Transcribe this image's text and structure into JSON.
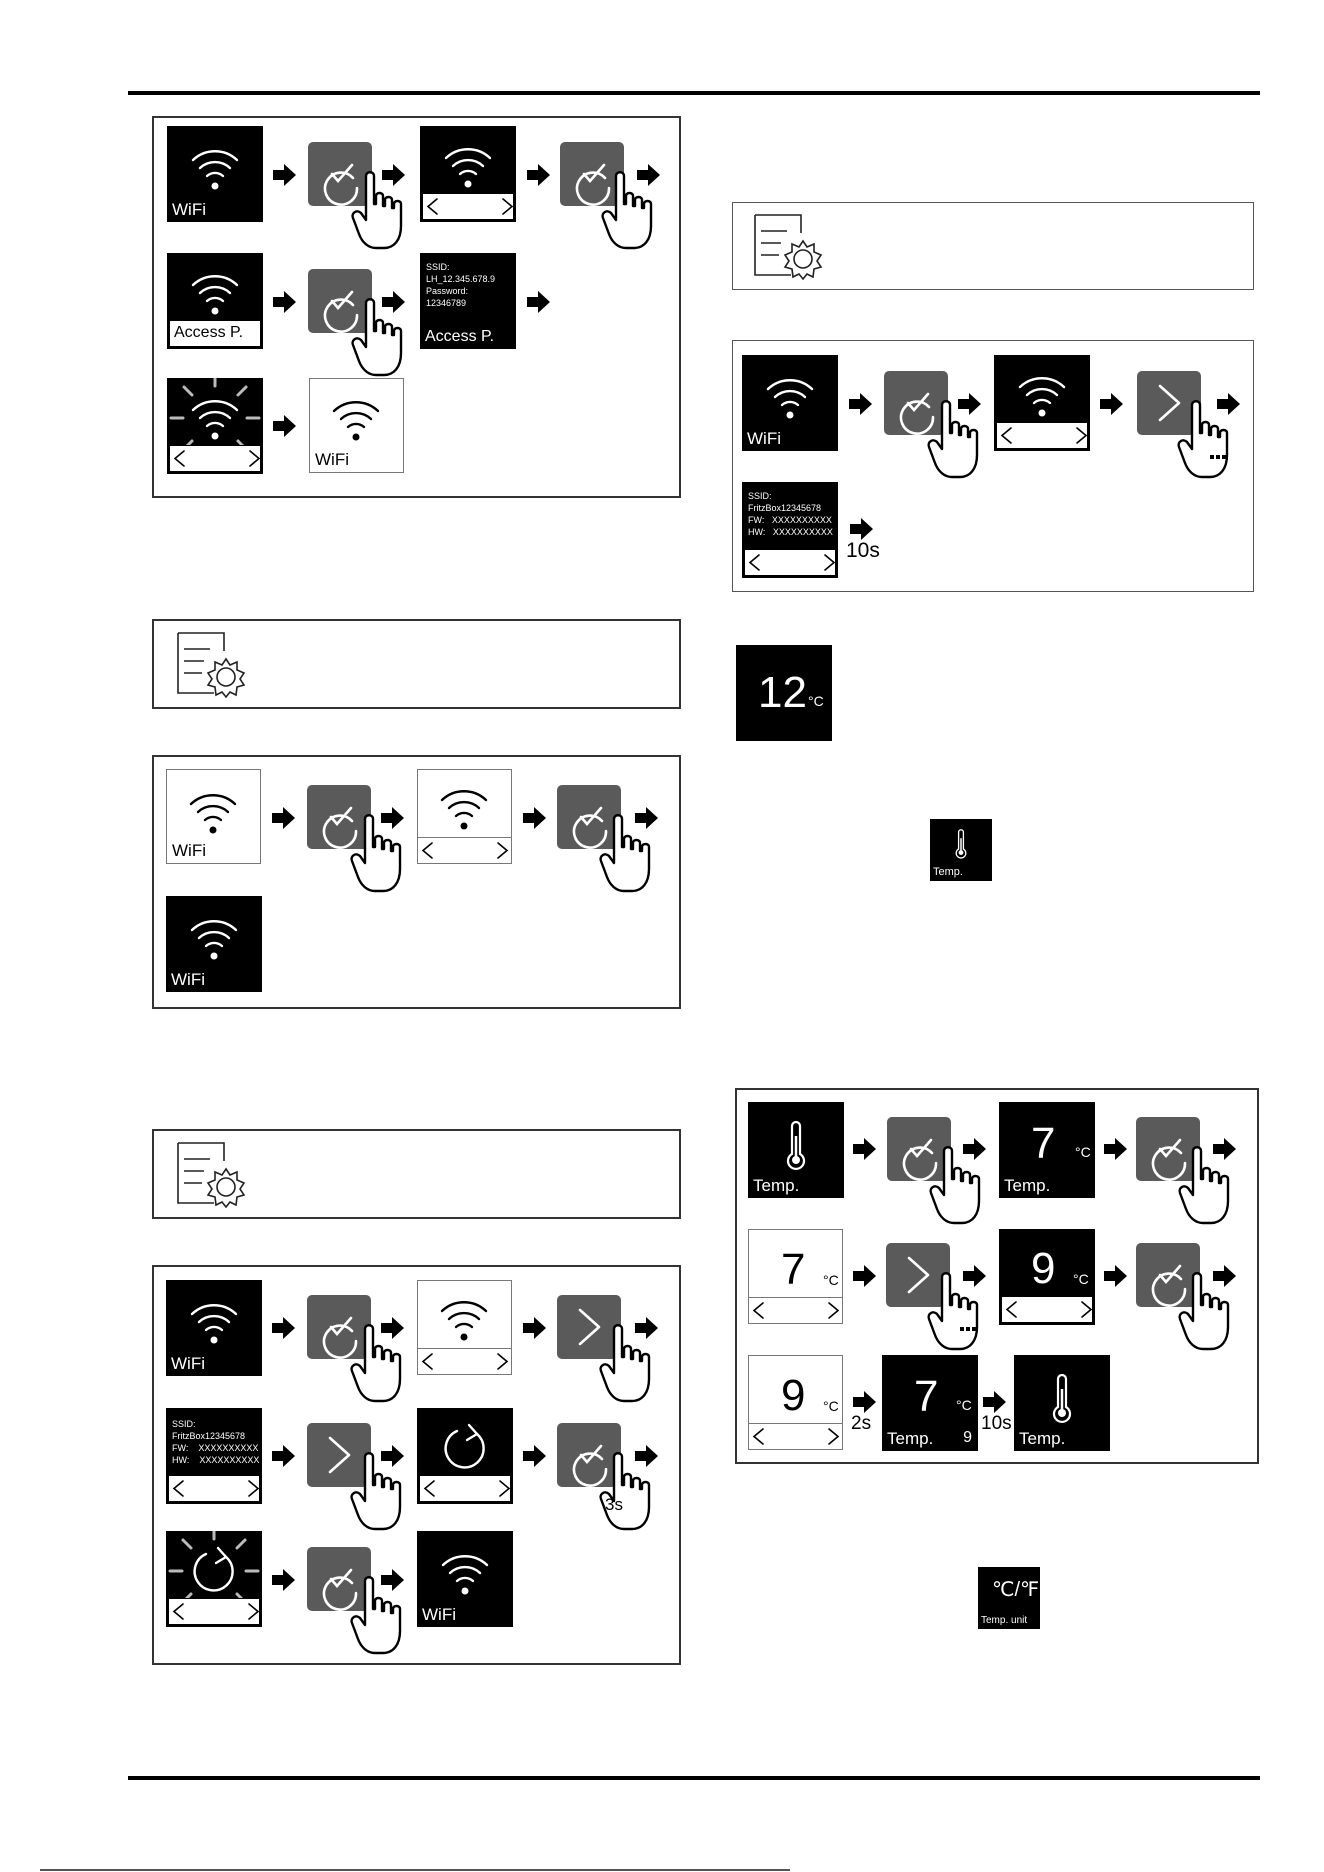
{
  "labels": {
    "wifi": "WiFi",
    "access_point": "Access P.",
    "temp": "Temp.",
    "temp_unit": "Temp. unit",
    "deg_c": "°C",
    "deg_cf": "℃/℉"
  },
  "ap_screen": {
    "line1": "SSID:",
    "line2": "LH_12.345.678.9",
    "line3": "Password:",
    "line4": "12346789"
  },
  "fw_screen_left": {
    "line1": "SSID:",
    "line2": "FritzBox12345678",
    "line3": "FW:    XXXXXXXXXX",
    "line4": "HW:    XXXXXXXXXX"
  },
  "fw_screen_right": {
    "line1": "SSID:",
    "line2": "FritzBox12345678",
    "line3": "FW:   XXXXXXXXXX",
    "line4": "HW:   XXXXXXXXXX"
  },
  "temperatures": {
    "display": "12",
    "value_7": "7",
    "value_9": "9",
    "sub_9": "9"
  },
  "timers": {
    "t10s": "10s",
    "t2s": "2s",
    "t3s": "3s"
  },
  "icons": [
    "wifi-icon",
    "check-button-icon",
    "hand-icon",
    "arrow-right-icon",
    "chevron-right-icon",
    "settings-document-icon",
    "thermometer-icon",
    "reset-icon"
  ]
}
